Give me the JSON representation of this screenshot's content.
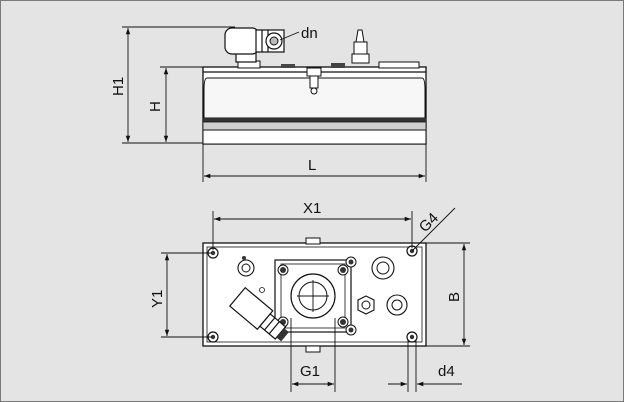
{
  "labels": {
    "dn": "dn",
    "h1": "H1",
    "h": "H",
    "l": "L",
    "x1": "X1",
    "g4": "G4",
    "y1": "Y1",
    "b": "B",
    "g1": "G1",
    "d4": "d4"
  },
  "colors": {
    "background": "#e4e4e4",
    "body": "#ffffff",
    "line": "#111111",
    "shade": "#c9c9c9"
  }
}
